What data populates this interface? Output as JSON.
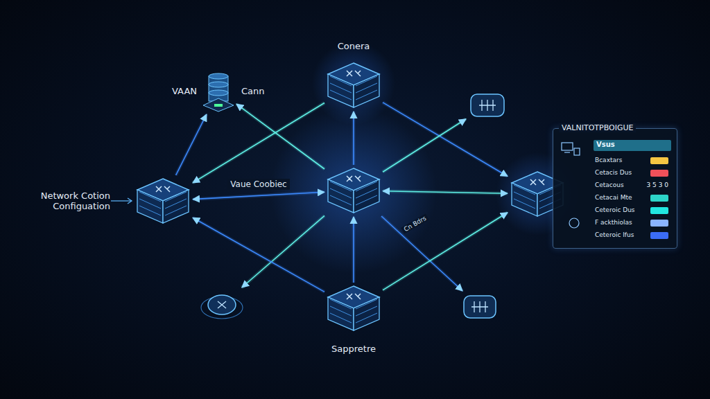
{
  "diagram": {
    "nodes": [
      {
        "text": [
          "Conera"
        ]
      },
      {
        "text": [
          "VAAN",
          "Cann"
        ]
      },
      {
        "text": []
      },
      {
        "text": [
          "Network Cotion Configuation"
        ]
      },
      {
        "text": []
      },
      {
        "text": []
      },
      {
        "text": [
          "VALNITOTPBOIGUE"
        ]
      },
      {
        "text": []
      },
      {
        "text": [
          "Sappretre"
        ]
      },
      {
        "text": []
      }
    ],
    "edges": [
      {
        "from": 4,
        "to": 0,
        "arrow": "to"
      },
      {
        "from": 0,
        "to": 3,
        "arrow": "to"
      },
      {
        "from": 0,
        "to": 5,
        "arrow": "to"
      },
      {
        "from": 4,
        "to": 1,
        "arrow": "to"
      },
      {
        "from": 4,
        "to": 3,
        "label": "Vaue Coobiec",
        "arrow": "both"
      },
      {
        "from": 4,
        "to": 5,
        "arrow": "both"
      },
      {
        "from": 8,
        "to": 4,
        "arrow": "to"
      },
      {
        "from": 4,
        "to": 2,
        "arrow": "to"
      },
      {
        "from": 4,
        "to": 9,
        "arrow": "to"
      },
      {
        "from": 4,
        "to": 7,
        "arrow": "to"
      },
      {
        "from": 8,
        "to": 3,
        "arrow": "to"
      },
      {
        "from": 8,
        "to": 5,
        "arrow": "to"
      },
      {
        "from": 3,
        "to": 1,
        "arrow": "to"
      }
    ],
    "labels": [
      "Vsus",
      "3 5 3 0",
      "Cn Bdrs"
    ],
    "legend": [
      {
        "text": "Bcaxtars",
        "color": "#f5c542"
      },
      {
        "text": "Cetacis Dus",
        "color": "#f0505a"
      },
      {
        "text": "Cetacous"
      },
      {
        "text": "Cetacai Mte",
        "color": "#2dd4c8"
      },
      {
        "text": "Ceteroic Dus",
        "color": "#22e6e0"
      },
      {
        "text": "F ackthiolas",
        "color": "#8ab4ff"
      },
      {
        "text": "Ceteroic Ifus",
        "color": "#3b6cf5"
      }
    ]
  }
}
